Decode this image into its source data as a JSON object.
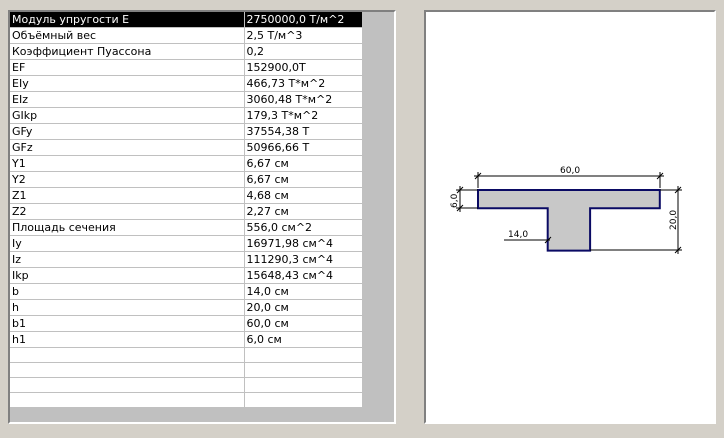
{
  "properties": [
    {
      "name": "Модуль упругости E",
      "value": "2750000,0 Т/м^2"
    },
    {
      "name": "Объёмный вес",
      "value": "2,5 Т/м^3"
    },
    {
      "name": "Коэффициент Пуассона",
      "value": "0,2"
    },
    {
      "name": "EF",
      "value": "152900,0Т"
    },
    {
      "name": "EIy",
      "value": "466,73 Т*м^2"
    },
    {
      "name": "EIz",
      "value": "3060,48 Т*м^2"
    },
    {
      "name": "GIkp",
      "value": "179,3 Т*м^2"
    },
    {
      "name": "GFy",
      "value": "37554,38 Т"
    },
    {
      "name": "GFz",
      "value": "50966,66 Т"
    },
    {
      "name": "Y1",
      "value": "6,67 см"
    },
    {
      "name": "Y2",
      "value": "6,67 см"
    },
    {
      "name": "Z1",
      "value": "4,68 см"
    },
    {
      "name": "Z2",
      "value": "2,27 см"
    },
    {
      "name": "Площадь сечения",
      "value": "556,0 см^2"
    },
    {
      "name": "Iy",
      "value": "16971,98 см^4"
    },
    {
      "name": "Iz",
      "value": "111290,3 см^4"
    },
    {
      "name": "Ikp",
      "value": "15648,43 см^4"
    },
    {
      "name": "b",
      "value": "14,0 см"
    },
    {
      "name": "h",
      "value": "20,0 см"
    },
    {
      "name": "b1",
      "value": "60,0 см"
    },
    {
      "name": "h1",
      "value": "6,0 см"
    }
  ],
  "empty_rows": 4,
  "selected_row": 0,
  "drawing": {
    "dim_b1": "60,0",
    "dim_h1": "6,0",
    "dim_h": "20,0",
    "dim_b": "14,0",
    "section": {
      "b": 14.0,
      "h": 20.0,
      "b1": 60.0,
      "h1": 6.0
    }
  },
  "colors": {
    "section_fill": "#c8c8c8",
    "section_outline": "#0a0a64",
    "selection": "#000000"
  }
}
